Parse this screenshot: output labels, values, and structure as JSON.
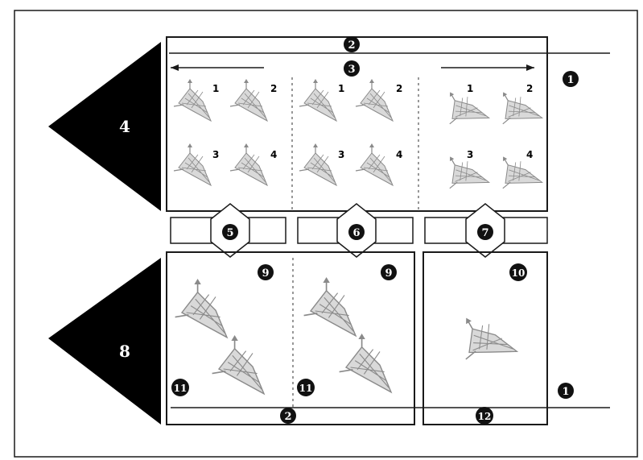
{
  "colors": {
    "line": "#1a1a1a",
    "arrow_fill": "#000000",
    "marker_fill": "#111111",
    "marker_text": "#ffffff",
    "thumb_stroke": "#8a8a8a",
    "thumb_fill": "#d9d9d9",
    "divider": "#777777"
  },
  "markers": {
    "m1_top": "1",
    "m1_bottom": "1",
    "m2_top": "2",
    "m2_bottom": "2",
    "m3": "3",
    "m4": "4",
    "m5": "5",
    "m6": "6",
    "m7": "7",
    "m8": "8",
    "m9_left": "9",
    "m9_right": "9",
    "m10": "10",
    "m11_left": "11",
    "m11_right": "11",
    "m12": "12"
  },
  "thumb_numbers": [
    "1",
    "2",
    "3",
    "4"
  ],
  "icons": {
    "mesh": "mesh-surface-icon",
    "arrow": "direction-arrow-icon"
  }
}
